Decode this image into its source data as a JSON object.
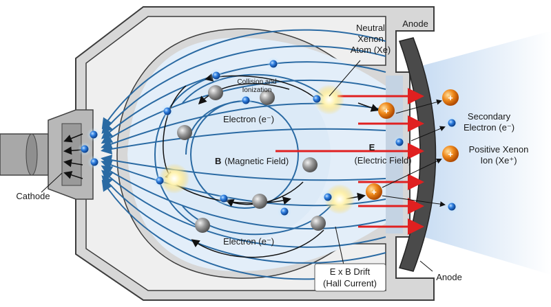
{
  "labels": {
    "neutral_xenon": [
      "Neutral",
      "Xenon",
      "Atom (Xe)"
    ],
    "anode_top": "Anode",
    "anode_bottom": "Anode",
    "collision": [
      "Collision and",
      "Ionization"
    ],
    "electron_top": "Electron (e⁻)",
    "electron_bottom": "Electron (e⁻)",
    "secondary_electron": [
      "Secondary",
      "Electron (e⁻)"
    ],
    "positive_xenon": [
      "Positive Xenon",
      "Ion (Xe⁺)"
    ],
    "e_field_letter": "E",
    "e_field_label": "(Electric Field)",
    "b_field_letter": "B",
    "b_field_label": "(Magnetic Field)",
    "cathode": "Cathode",
    "drift": [
      "E x B Drift",
      "(Hall Current)"
    ],
    "ion_plus": "+"
  },
  "colors": {
    "housing": "#d9d9d9",
    "housing_stroke": "#444444",
    "field_lines": "#2a6aa3",
    "electron": "#1e66c9",
    "ion": "#f08a1c",
    "neutral_atom": "#8c8c8c",
    "electric_field_arrow": "#e02020",
    "plume": "#dbe8f7"
  },
  "icons": {
    "electron": "blue-sphere",
    "neutral_atom": "gray-sphere",
    "ion": "orange-sphere",
    "collision": "yellow-burst"
  }
}
